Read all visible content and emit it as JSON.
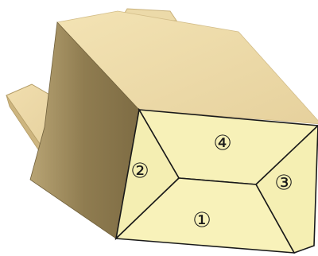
{
  "flaps": [
    {
      "id": "bottom",
      "label": "①"
    },
    {
      "id": "left",
      "label": "②"
    },
    {
      "id": "right",
      "label": "③"
    },
    {
      "id": "top",
      "label": "④"
    }
  ],
  "colors": {
    "outline": "#1a1a1a",
    "panel_front": "#f6f0b4",
    "panel_side_dark": "#9a8658",
    "panel_top": "#eedbab",
    "tab": "#eedcac"
  }
}
